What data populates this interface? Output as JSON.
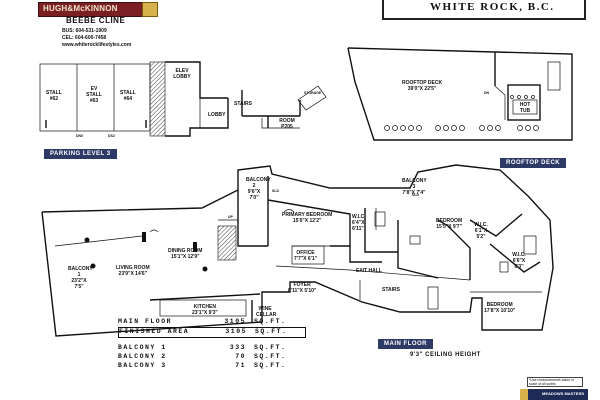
{
  "header": {
    "logo_text": "HUGH&McKINNON",
    "agent_name": "BEEBE CLINE",
    "bus_phone": "BUS: 604-531-1909",
    "cell_phone": "CEL: 604-600-7458",
    "website": "www.whiterocklifestyles.com",
    "city": "WHITE ROCK, B.C."
  },
  "parking": {
    "label": "PARKING LEVEL 3",
    "stalls": [
      {
        "name": "STALL",
        "number": "#62"
      },
      {
        "name": "EV STALL",
        "number": "#63"
      },
      {
        "name": "STALL",
        "number": "#64"
      }
    ],
    "elev_lobby": "ELEV LOBBY",
    "lobby": "LOBBY",
    "stairs": "STAIRS",
    "room": "ROOM P205",
    "storage": "STORAGE",
    "dims": [
      "DN0",
      "DS2"
    ]
  },
  "rooftop": {
    "label": "ROOFTOP DECK",
    "deck_name": "ROOFTOP DECK",
    "deck_dims": "39'0\"X 22'5\"",
    "hot_tub": "HOT TUB",
    "dn": "DN"
  },
  "main_floor": {
    "label": "MAIN FLOOR",
    "rooms": [
      {
        "name": "BALCONY 2",
        "dims": "9'6\"X 7'0\""
      },
      {
        "name": "PRIMARY BEDROOM",
        "dims": "15'0\"X 12'2\""
      },
      {
        "name": "W.I.C.",
        "dims": "6'4\"X 6'11\""
      },
      {
        "name": "BALCONY 3",
        "dims": "7'8\"X 7'4\""
      },
      {
        "name": "BEDROOM",
        "dims": "15'5\"X 9'7\""
      },
      {
        "name": "W.I.C.",
        "dims": "6'1\"X 5'2\""
      },
      {
        "name": "W.I.C.",
        "dims": "6'6\"X 6'3\""
      },
      {
        "name": "DINING ROOM",
        "dims": "15'1\"X 12'9\""
      },
      {
        "name": "OFFICE",
        "dims": "7'7\"X 6'1\""
      },
      {
        "name": "BALCONY 1",
        "dims": "23'2\"X 7'5\""
      },
      {
        "name": "LIVING ROOM",
        "dims": "23'9\"X 14'6\""
      },
      {
        "name": "FOYER",
        "dims": "8'11\"X 5'10\""
      },
      {
        "name": "EXIT HALL",
        "dims": ""
      },
      {
        "name": "STAIRS",
        "dims": ""
      },
      {
        "name": "KITCHEN",
        "dims": "23'1\"X 9'3\""
      },
      {
        "name": "WINE CELLAR",
        "dims": ""
      },
      {
        "name": "BEDROOM",
        "dims": "17'8\"X 10'10\""
      }
    ],
    "up": "UP",
    "sld": "SLD"
  },
  "areas": [
    {
      "name": "MAIN FLOOR",
      "value": "3105",
      "unit": "SQ.FT."
    },
    {
      "name": "FINISHED AREA",
      "value": "3105",
      "unit": "SQ.FT."
    },
    {
      "name": "BALCONY 1",
      "value": "333",
      "unit": "SQ.FT."
    },
    {
      "name": "BALCONY 2",
      "value": "70",
      "unit": "SQ.FT."
    },
    {
      "name": "BALCONY 3",
      "value": "71",
      "unit": "SQ.FT."
    }
  ],
  "ceiling_height": "9'3\" CEILING HEIGHT",
  "note": "*Use measurements taken in scale of all suites",
  "brokerage_text": "MEADOWS MASTERS"
}
